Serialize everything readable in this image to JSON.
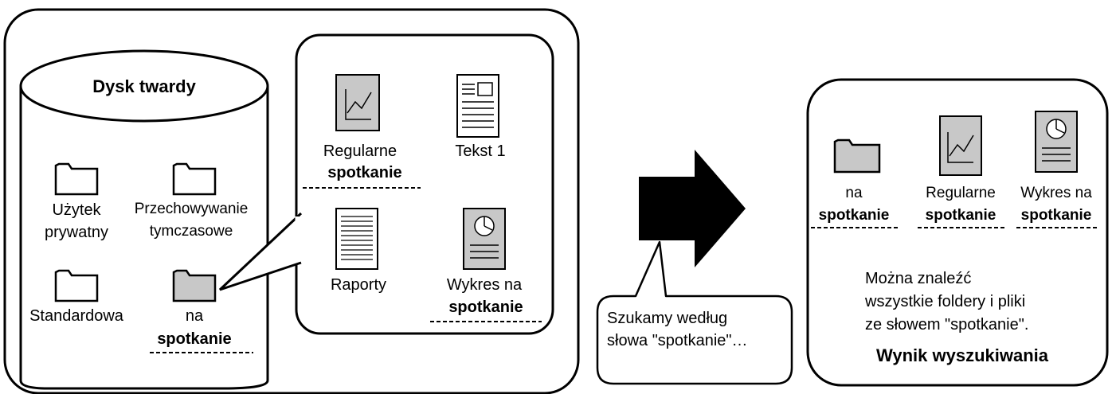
{
  "left_panel": {
    "disk": {
      "title": "Dysk twardy",
      "folders": [
        {
          "line1": "Użytek",
          "line2": "prywatny",
          "shaded": false
        },
        {
          "line1": "Przechowywanie",
          "line2": "tymczasowe",
          "shaded": false
        },
        {
          "line1": "Standardowa",
          "line2": "",
          "shaded": false
        },
        {
          "line1": "na",
          "line2": "spotkanie",
          "shaded": true,
          "highlight": "spotkanie"
        }
      ]
    },
    "folder_contents": [
      {
        "icon": "chart-document-icon",
        "line1": "Regularne",
        "line2": "spotkanie",
        "shaded": true
      },
      {
        "icon": "text-document-icon",
        "line1": "Tekst 1",
        "line2": "",
        "shaded": false
      },
      {
        "icon": "report-document-icon",
        "line1": "Raporty",
        "line2": "",
        "shaded": false
      },
      {
        "icon": "pie-document-icon",
        "line1": "Wykres na",
        "line2": "spotkanie",
        "shaded": true
      }
    ]
  },
  "search_callout": {
    "line1": "Szukamy według",
    "line2": "słowa \"spotkanie\"…"
  },
  "result_panel": {
    "items": [
      {
        "icon": "folder-icon",
        "line1": "na",
        "line2": "spotkanie"
      },
      {
        "icon": "chart-document-icon",
        "line1": "Regularne",
        "line2": "spotkanie"
      },
      {
        "icon": "pie-document-icon",
        "line1": "Wykres na",
        "line2": "spotkanie"
      }
    ],
    "description_lines": [
      "Można znaleźć",
      "wszystkie foldery i pliki",
      "ze słowem \"spotkanie\"."
    ],
    "title": "Wynik wyszukiwania"
  },
  "colors": {
    "shaded_fill": "#c8c8c8",
    "stroke": "#000000",
    "arrow": "#000000"
  }
}
